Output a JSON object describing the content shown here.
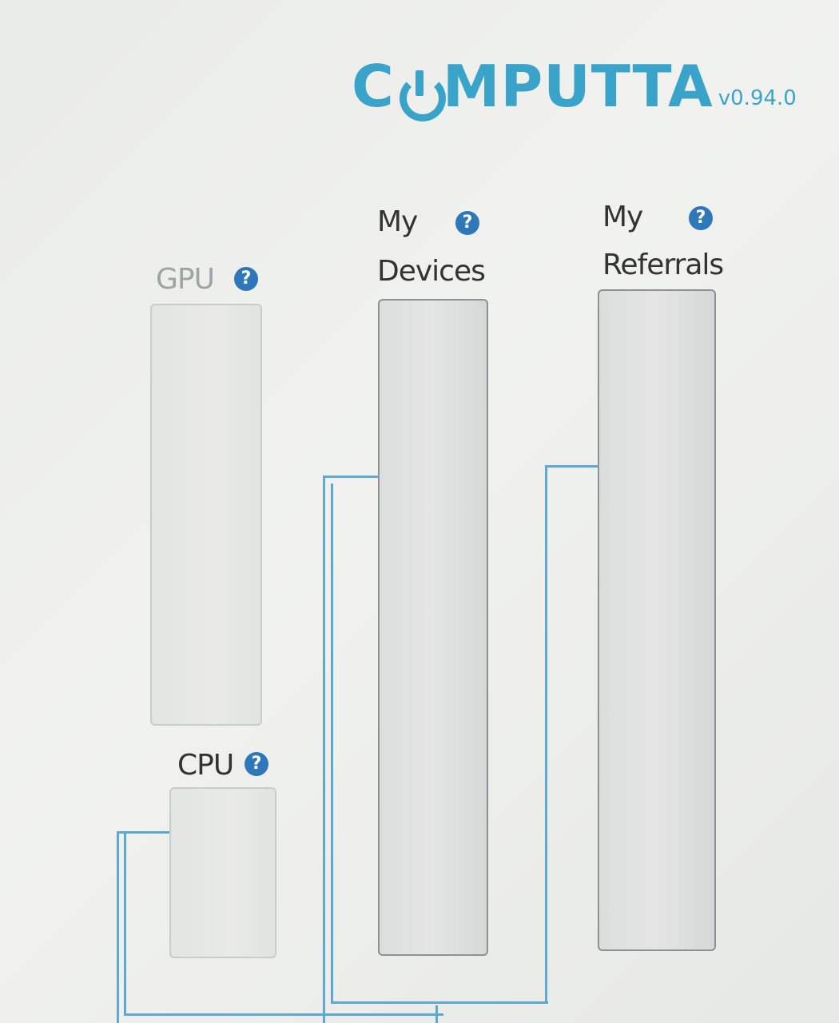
{
  "header": {
    "logo_text_left": "C",
    "logo_text_right": "MPUTTA",
    "version": "v0.94.0"
  },
  "colors": {
    "brand": "#3aa3c9",
    "help_icon": "#2e77b8",
    "connector": "#5da9cf"
  },
  "icons": {
    "logo": "power-icon",
    "help": "question-mark-icon"
  },
  "panels": {
    "gpu": {
      "label": "GPU",
      "help": "?"
    },
    "cpu": {
      "label": "CPU",
      "help": "?"
    },
    "devices": {
      "label_line1": "My",
      "label_line2": "Devices",
      "help": "?"
    },
    "referrals": {
      "label_line1": "My",
      "label_line2": "Referrals",
      "help": "?"
    }
  }
}
